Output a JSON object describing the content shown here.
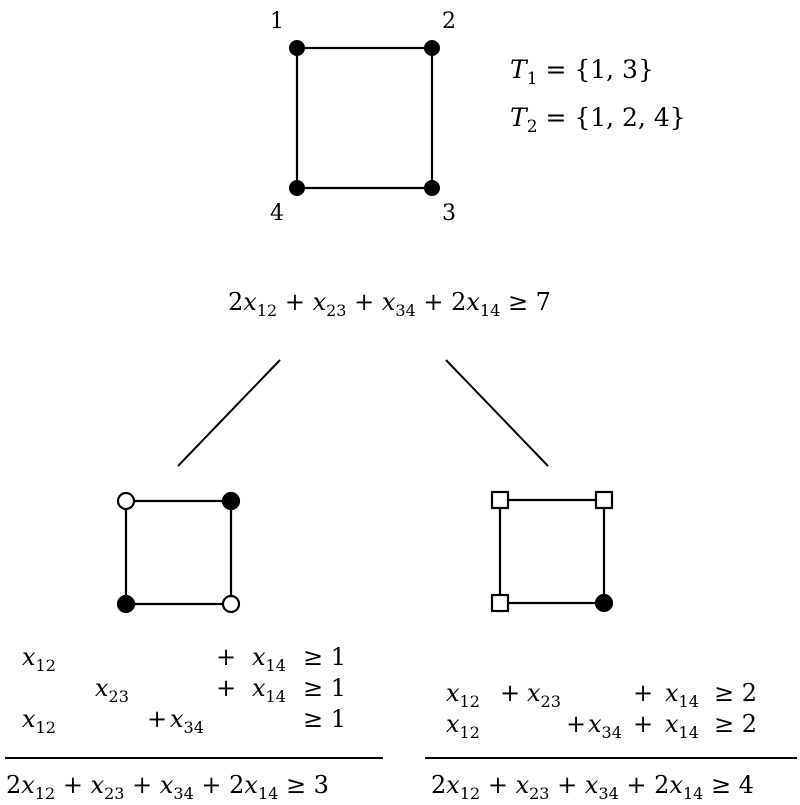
{
  "top_graph": {
    "vertex_labels": [
      "1",
      "2",
      "3",
      "4"
    ],
    "set_labels": [
      {
        "sym": "T",
        "sub": "1",
        "rest": " = {1, 3}"
      },
      {
        "sym": "T",
        "sub": "2",
        "rest": " = {1, 2, 4}"
      }
    ]
  },
  "top_inequality": [
    {
      "c": "2",
      "v": "12"
    },
    {
      "op": "+"
    },
    {
      "c": "",
      "v": "23"
    },
    {
      "op": "+"
    },
    {
      "c": "",
      "v": "34"
    },
    {
      "op": "+"
    },
    {
      "c": "2",
      "v": "14"
    },
    {
      "rel": "≥ 7"
    }
  ],
  "left_system": {
    "rows": [
      {
        "x12": "x",
        "x12s": "12",
        "plus1": "",
        "x23": "",
        "x23s": "",
        "plus2": "",
        "x34": "",
        "x34s": "",
        "plus3": "+",
        "x14": "x",
        "x14s": "14",
        "rel": "≥ 1"
      },
      {
        "x12": "",
        "x12s": "",
        "plus1": "",
        "x23": "x",
        "x23s": "23",
        "plus2": "",
        "x34": "",
        "x34s": "",
        "plus3": "+",
        "x14": "x",
        "x14s": "14",
        "rel": "≥ 1"
      },
      {
        "x12": "x",
        "x12s": "12",
        "plus1": "",
        "x23": "",
        "x23s": "",
        "plus2": "+",
        "x34": "x",
        "x34s": "34",
        "plus3": "",
        "x14": "",
        "x14s": "",
        "rel": "≥ 1"
      }
    ],
    "sum": "≥ 3"
  },
  "right_system": {
    "rows": [
      {
        "x12": "x",
        "x12s": "12",
        "plus1": "+",
        "x23": "x",
        "x23s": "23",
        "plus2": "",
        "x34": "",
        "x34s": "",
        "plus3": "+",
        "x14": "x",
        "x14s": "14",
        "rel": "≥ 2"
      },
      {
        "x12": "x",
        "x12s": "12",
        "plus1": "",
        "x23": "",
        "x23s": "",
        "plus2": "+",
        "x34": "x",
        "x34s": "34",
        "plus3": "+",
        "x14": "x",
        "x14s": "14",
        "rel": "≥ 2"
      }
    ],
    "sum": "≥ 4"
  },
  "sum_prefix": [
    {
      "c": "2",
      "v": "12"
    },
    {
      "op": "+"
    },
    {
      "c": "",
      "v": "23"
    },
    {
      "op": "+"
    },
    {
      "c": "",
      "v": "34"
    },
    {
      "op": "+"
    },
    {
      "c": "2",
      "v": "14"
    }
  ]
}
